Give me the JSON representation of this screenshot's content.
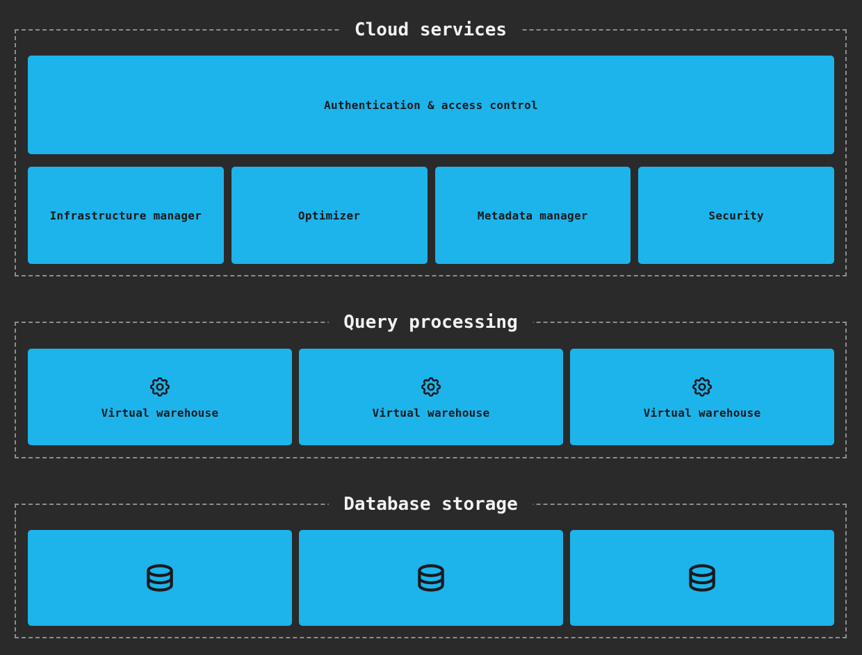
{
  "colors": {
    "background": "#2a2a2a",
    "box": "#1cb4eb",
    "box_text": "#17191c",
    "dash": "#8e8e8e",
    "title": "#f2f2f2"
  },
  "sections": [
    {
      "title": "Cloud services",
      "wide_box": {
        "label": "Authentication & access control"
      },
      "boxes": [
        {
          "label": "Infrastructure manager"
        },
        {
          "label": "Optimizer"
        },
        {
          "label": "Metadata manager"
        },
        {
          "label": "Security"
        }
      ]
    },
    {
      "title": "Query processing",
      "boxes": [
        {
          "icon": "gear-icon",
          "label": "Virtual warehouse"
        },
        {
          "icon": "gear-icon",
          "label": "Virtual warehouse"
        },
        {
          "icon": "gear-icon",
          "label": "Virtual warehouse"
        }
      ]
    },
    {
      "title": "Database storage",
      "boxes": [
        {
          "icon": "database-icon"
        },
        {
          "icon": "database-icon"
        },
        {
          "icon": "database-icon"
        }
      ]
    }
  ]
}
